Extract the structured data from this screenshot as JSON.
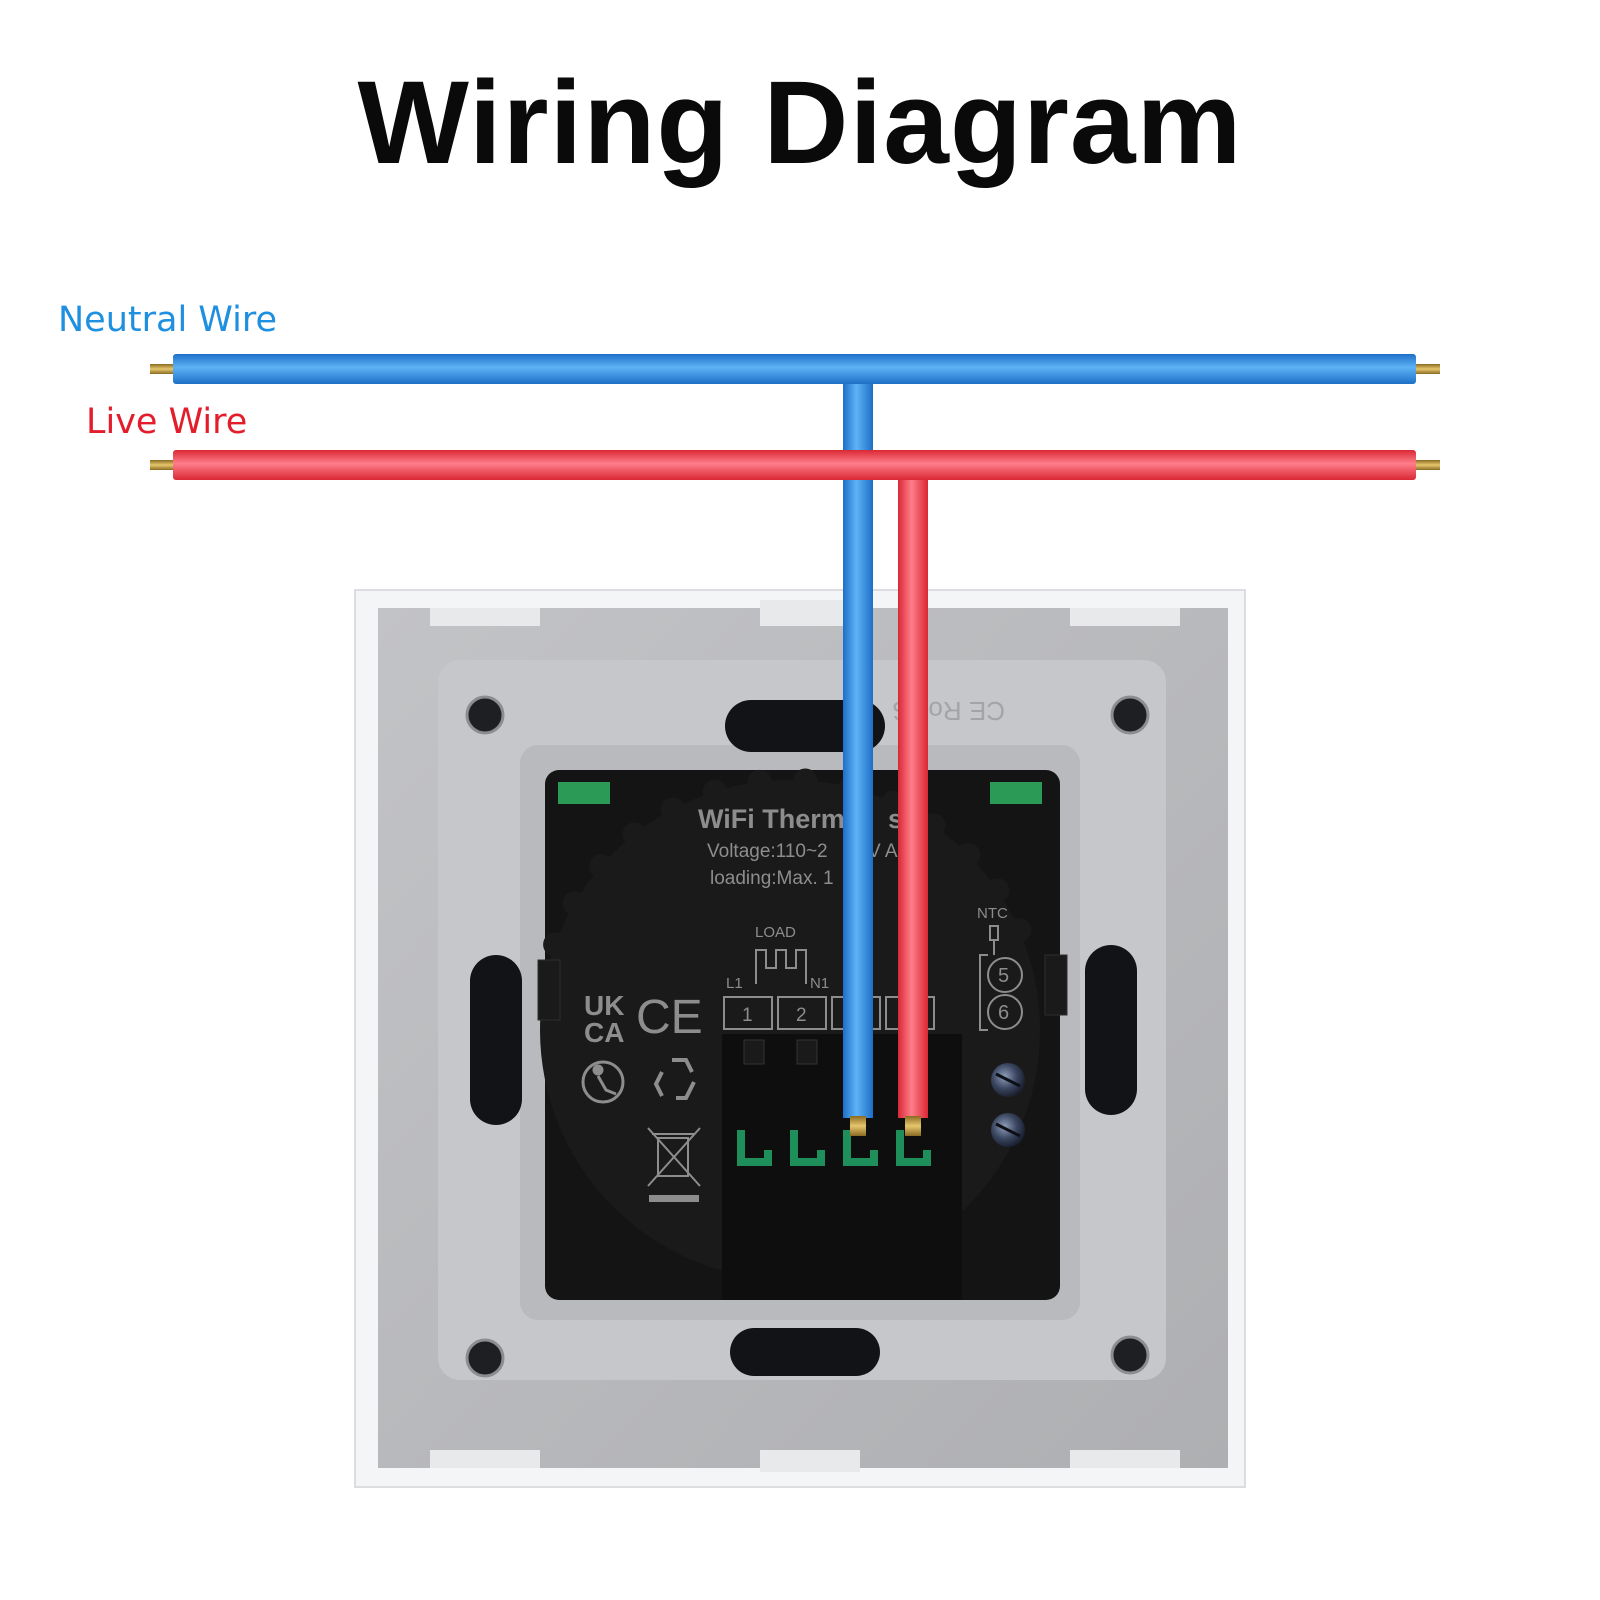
{
  "title": "Wiring Diagram",
  "wires": {
    "neutral": {
      "label": "Neutral Wire",
      "color": "#2f8ee4",
      "label_color": "#1f8fe0"
    },
    "live": {
      "label": "Live Wire",
      "color": "#f2404f",
      "label_color": "#e41d2b"
    }
  },
  "device": {
    "product_text": "WiFi Therm",
    "product_text_tail": "sta",
    "voltage_text": "Voltage:110~2",
    "voltage_text_tail": "V A",
    "loading_text": "loading:Max. 1",
    "load_label": "LOAD",
    "l1_label": "L1",
    "n1_label": "N1",
    "ntc_label": "NTC",
    "terminal_numbers": [
      "1",
      "2",
      "5",
      "6"
    ],
    "ukca_top": "UK",
    "ukca_bottom": "CA",
    "ce_mark": "CE",
    "back_molding": "CE RoHS"
  },
  "colors": {
    "frame": "#f4f5f6",
    "plate": "#b4b5b8",
    "module": "#141414",
    "terminal_green": "#1e8f5a",
    "brass": "#c8a248"
  }
}
